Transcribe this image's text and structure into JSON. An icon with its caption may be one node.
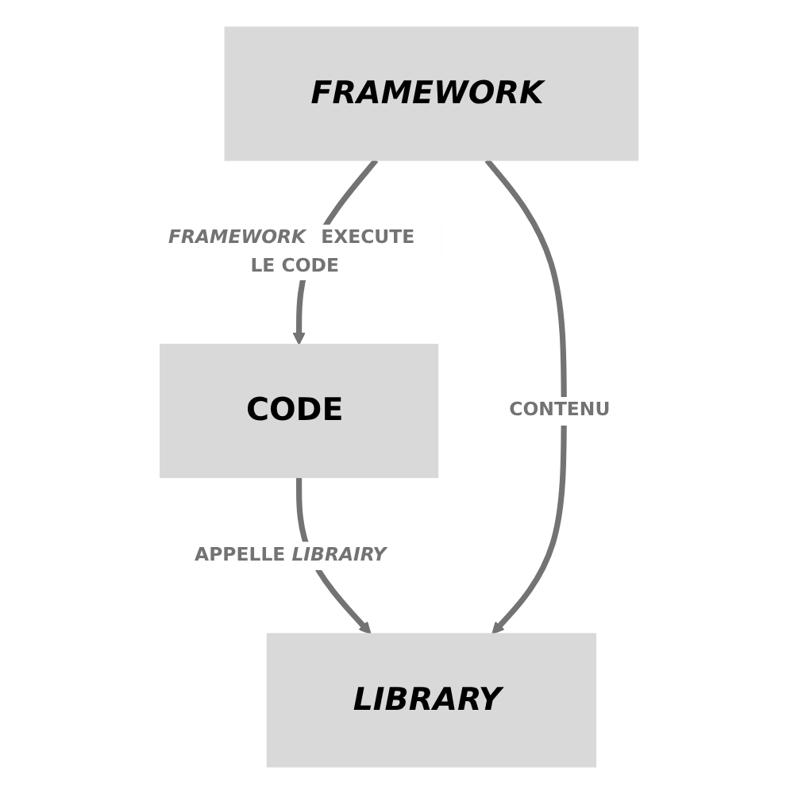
{
  "diagram": {
    "nodes": [
      {
        "text": [
          "CODE"
        ]
      },
      {
        "text": [
          "LIBRARY"
        ]
      },
      {
        "text": [
          "FRAMEWORK"
        ]
      }
    ],
    "edges": [
      {
        "from": 0,
        "to": 1,
        "arrow": "to",
        "label": "APPELLE *LIBRAIRY*"
      },
      {
        "from": 2,
        "to": 0,
        "arrow": "to",
        "label": "*FRAMEWORK* EXECUTE LE CODE"
      },
      {
        "from": 2,
        "to": 1,
        "arrow": "to",
        "label": "CONTENU"
      }
    ]
  }
}
